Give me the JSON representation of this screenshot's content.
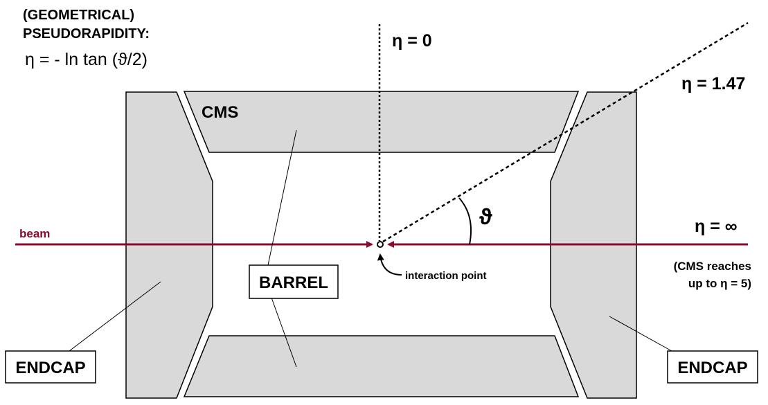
{
  "heading": {
    "line1": "(GEOMETRICAL)",
    "line2": "PSEUDORAPIDITY:",
    "formula": "η = - ln tan (ϑ/2)"
  },
  "labels": {
    "eta_zero": "η = 0",
    "eta_147": "η = 1.47",
    "eta_inf": "η = ∞",
    "theta": "ϑ",
    "cms": "CMS",
    "beam": "beam",
    "interaction_point": "interaction point",
    "reach_line1": "(CMS reaches",
    "reach_line2": "up to η = 5)",
    "barrel": "BARREL",
    "endcap_left": "ENDCAP",
    "endcap_right": "ENDCAP"
  },
  "colors": {
    "beam": "#8b0a2e",
    "detector_fill": "#d9d9d9",
    "outline": "#000000",
    "background": "#ffffff"
  }
}
